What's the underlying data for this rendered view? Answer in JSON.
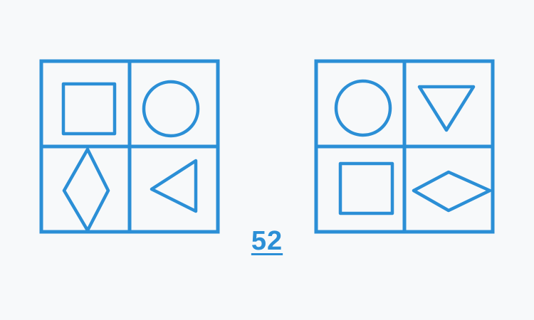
{
  "puzzle_number": "52",
  "colors": {
    "ink": "#2b8fd6",
    "background": "#f7f9fa"
  },
  "figures": [
    {
      "id": "left-figure",
      "cells": [
        {
          "position": "top-left",
          "shape": "square"
        },
        {
          "position": "top-right",
          "shape": "circle"
        },
        {
          "position": "bottom-left",
          "shape": "diamond-vertical"
        },
        {
          "position": "bottom-right",
          "shape": "triangle-pointing-left"
        }
      ]
    },
    {
      "id": "right-figure",
      "cells": [
        {
          "position": "top-left",
          "shape": "circle"
        },
        {
          "position": "top-right",
          "shape": "triangle-pointing-down"
        },
        {
          "position": "bottom-left",
          "shape": "square"
        },
        {
          "position": "bottom-right",
          "shape": "diamond-horizontal"
        }
      ]
    }
  ]
}
